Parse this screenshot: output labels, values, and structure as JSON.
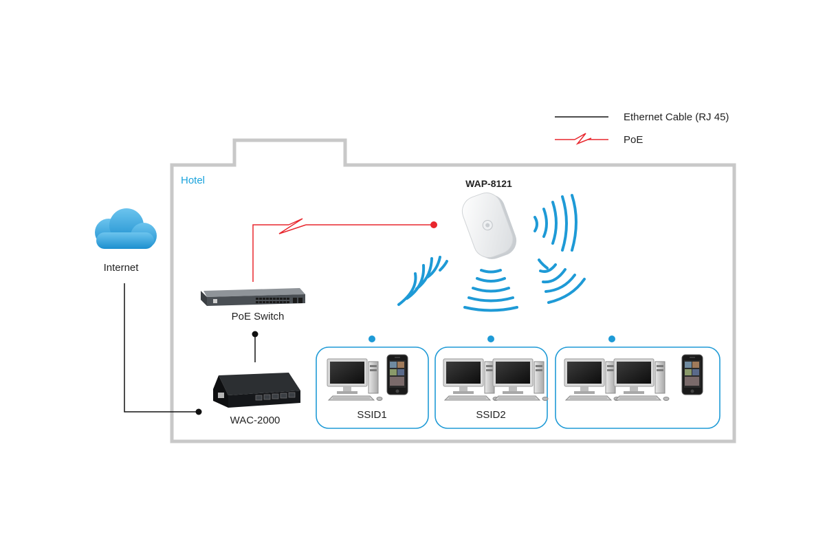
{
  "legend": {
    "ethernet_label": "Ethernet Cable (RJ 45)",
    "poe_label": "PoE"
  },
  "building": {
    "label": "Hotel"
  },
  "internet": {
    "label": "Internet"
  },
  "access_point": {
    "label": "WAP-8121"
  },
  "poe_switch": {
    "label": "PoE Switch"
  },
  "controller": {
    "label": "WAC-2000"
  },
  "ssid_groups": [
    {
      "label": "SSID1"
    },
    {
      "label": "SSID2"
    },
    {
      "label": ""
    }
  ],
  "colors": {
    "building_wall": "#c8c8c8",
    "hotel_label": "#1aa3dc",
    "wifi_blue": "#1e9ad6",
    "poe_red": "#e8262d",
    "cable_black": "#111111",
    "cloud_blue": "#2a9fd8"
  }
}
